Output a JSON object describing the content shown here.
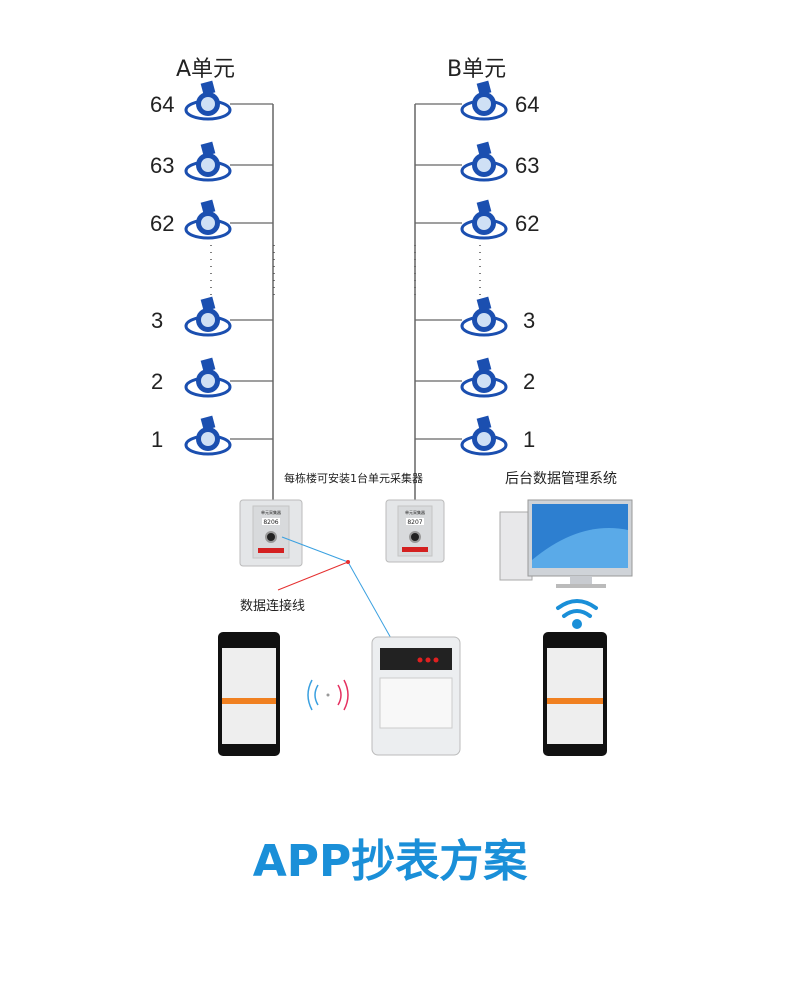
{
  "unit_a": {
    "label": "A单元",
    "meters": [
      "64",
      "63",
      "62",
      "3",
      "2",
      "1"
    ]
  },
  "unit_b": {
    "label": "B单元",
    "meters": [
      "64",
      "63",
      "62",
      "3",
      "2",
      "1"
    ]
  },
  "collector_note": "每栋楼可安装1台单元采集器",
  "collector_a": {
    "name": "单元采集器",
    "id": "8206"
  },
  "collector_b": {
    "name": "单元采集器",
    "id": "8207"
  },
  "backend_label": "后台数据管理系统",
  "cable_label": "数据连接线",
  "title": "APP抄表方案",
  "colors": {
    "accent": "#1a8fd8",
    "meter": "#1b4fb0",
    "cable_red": "#e53030",
    "cable_blue": "#3aa0e0"
  }
}
